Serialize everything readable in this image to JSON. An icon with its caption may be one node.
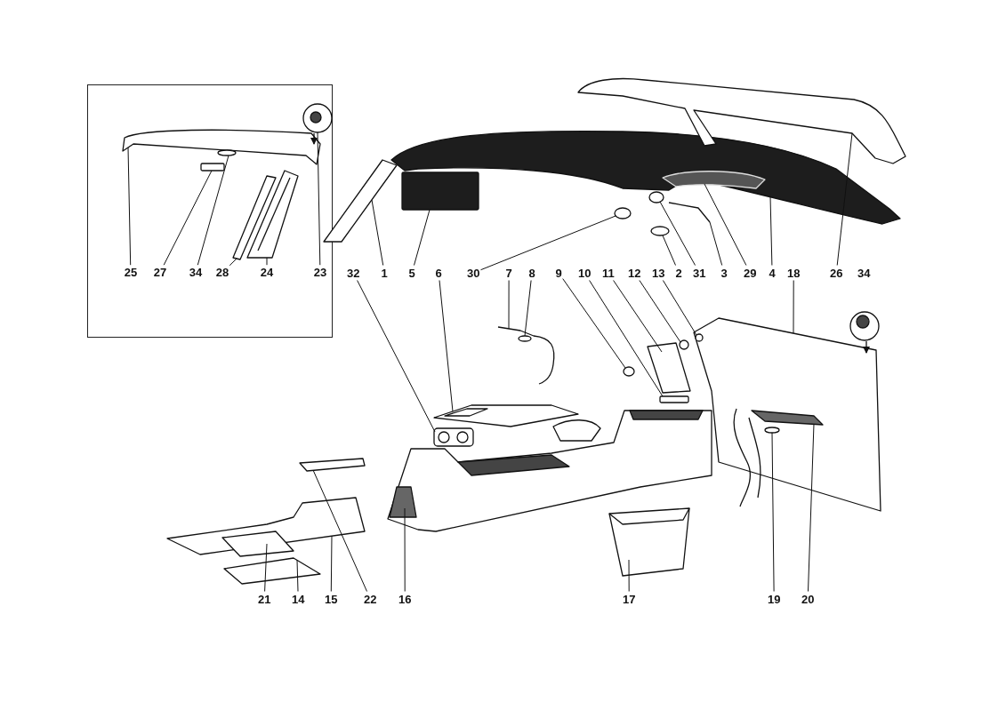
{
  "diagram": {
    "nodes": [
      {
        "text": [],
        "shape": "box"
      },
      {
        "text": [
          "25"
        ],
        "in": 0
      },
      {
        "text": [
          "27"
        ],
        "in": 0
      },
      {
        "text": [
          "34"
        ],
        "in": 0
      },
      {
        "text": [
          "28"
        ],
        "in": 0
      },
      {
        "text": [
          "24"
        ],
        "in": 0
      },
      {
        "text": [
          "23"
        ],
        "in": 0
      },
      {
        "text": [
          "32"
        ]
      },
      {
        "text": [
          "1"
        ]
      },
      {
        "text": [
          "5"
        ]
      },
      {
        "text": [
          "6"
        ]
      },
      {
        "text": [
          "30"
        ]
      },
      {
        "text": [
          "7"
        ]
      },
      {
        "text": [
          "8"
        ]
      },
      {
        "text": [
          "9"
        ]
      },
      {
        "text": [
          "10"
        ]
      },
      {
        "text": [
          "11"
        ]
      },
      {
        "text": [
          "12"
        ]
      },
      {
        "text": [
          "13"
        ]
      },
      {
        "text": [
          "2"
        ]
      },
      {
        "text": [
          "31"
        ]
      },
      {
        "text": [
          "3"
        ]
      },
      {
        "text": [
          "29"
        ]
      },
      {
        "text": [
          "4"
        ]
      },
      {
        "text": [
          "18"
        ]
      },
      {
        "text": [
          "26"
        ]
      },
      {
        "text": [
          "34"
        ]
      },
      {
        "text": [
          "21"
        ]
      },
      {
        "text": [
          "14"
        ]
      },
      {
        "text": [
          "15"
        ]
      },
      {
        "text": [
          "22"
        ]
      },
      {
        "text": [
          "16"
        ]
      },
      {
        "text": [
          "17"
        ]
      },
      {
        "text": [
          "19"
        ]
      },
      {
        "text": [
          "20"
        ]
      },
      {
        "text": [],
        "shape": "picture",
        "in": 0
      },
      {
        "text": [],
        "shape": "box",
        "in": 0
      },
      {
        "text": [],
        "shape": "circle",
        "in": 0
      },
      {
        "text": [],
        "shape": "picture",
        "in": 0
      },
      {
        "text": [],
        "shape": "picture",
        "in": 0
      },
      {
        "text": [],
        "shape": "picture",
        "in": 0
      },
      {
        "text": [],
        "shape": "picture"
      },
      {
        "text": [],
        "shape": "picture"
      },
      {
        "text": [],
        "shape": "box"
      },
      {
        "text": [],
        "shape": "picture"
      },
      {
        "text": [],
        "shape": "circle"
      },
      {
        "text": [],
        "shape": "picture"
      },
      {
        "text": [],
        "shape": "circle",
        "in": 46
      },
      {
        "text": [],
        "shape": "circle"
      },
      {
        "text": [],
        "shape": "box"
      },
      {
        "text": [],
        "shape": "picture"
      },
      {
        "text": [],
        "shape": "circle"
      },
      {
        "text": [],
        "shape": "circle",
        "in": 58
      },
      {
        "text": [],
        "shape": "circle"
      },
      {
        "text": [],
        "shape": "circle"
      },
      {
        "text": [],
        "shape": "picture"
      },
      {
        "text": [],
        "shape": "picture",
        "in": 57
      },
      {
        "text": [],
        "shape": "picture"
      },
      {
        "text": [],
        "shape": "picture"
      },
      {
        "text": [],
        "shape": "picture"
      },
      {
        "text": [],
        "shape": "picture",
        "in": 62
      },
      {
        "text": [],
        "shape": "picture"
      },
      {
        "text": [],
        "shape": "picture"
      },
      {
        "text": [],
        "shape": "picture"
      },
      {
        "text": [],
        "shape": "picture"
      },
      {
        "text": [],
        "shape": "picture"
      },
      {
        "text": [],
        "shape": "circle",
        "in": 58
      },
      {
        "text": [],
        "shape": "picture",
        "in": 58
      },
      {
        "text": [],
        "shape": "picture"
      }
    ],
    "edges": [
      {
        "from": 1,
        "to": 35,
        "arrow": "none"
      },
      {
        "from": 2,
        "to": 36,
        "arrow": "none"
      },
      {
        "from": 3,
        "to": 37,
        "arrow": "none"
      },
      {
        "from": 4,
        "to": 38,
        "arrow": "none"
      },
      {
        "from": 5,
        "to": 39,
        "arrow": "none"
      },
      {
        "from": 6,
        "to": 40,
        "arrow": "none"
      },
      {
        "from": 7,
        "to": 41,
        "arrow": "none"
      },
      {
        "from": 8,
        "to": 42,
        "arrow": "none"
      },
      {
        "from": 9,
        "to": 43,
        "arrow": "none"
      },
      {
        "from": 10,
        "to": 44,
        "arrow": "none"
      },
      {
        "from": 11,
        "to": 45,
        "arrow": "none"
      },
      {
        "from": 12,
        "to": 46,
        "arrow": "none"
      },
      {
        "from": 13,
        "to": 47,
        "arrow": "none"
      },
      {
        "from": 14,
        "to": 48,
        "arrow": "none"
      },
      {
        "from": 15,
        "to": 49,
        "arrow": "none"
      },
      {
        "from": 16,
        "to": 50,
        "arrow": "none"
      },
      {
        "from": 17,
        "to": 51,
        "arrow": "none"
      },
      {
        "from": 18,
        "to": 52,
        "arrow": "none"
      },
      {
        "from": 19,
        "to": 53,
        "arrow": "none"
      },
      {
        "from": 20,
        "to": 54,
        "arrow": "none"
      },
      {
        "from": 21,
        "to": 55,
        "arrow": "none"
      },
      {
        "from": 22,
        "to": 56,
        "arrow": "none"
      },
      {
        "from": 23,
        "to": 57,
        "arrow": "none"
      },
      {
        "from": 24,
        "to": 58,
        "arrow": "none"
      },
      {
        "from": 25,
        "to": 59,
        "arrow": "none"
      },
      {
        "from": 27,
        "to": 60,
        "arrow": "none"
      },
      {
        "from": 28,
        "to": 61,
        "arrow": "none"
      },
      {
        "from": 29,
        "to": 62,
        "arrow": "none"
      },
      {
        "from": 30,
        "to": 63,
        "arrow": "none"
      },
      {
        "from": 31,
        "to": 64,
        "arrow": "none"
      },
      {
        "from": 32,
        "to": 65,
        "arrow": "none"
      },
      {
        "from": 33,
        "to": 66,
        "arrow": "none"
      },
      {
        "from": 34,
        "to": 67,
        "arrow": "none"
      }
    ]
  }
}
